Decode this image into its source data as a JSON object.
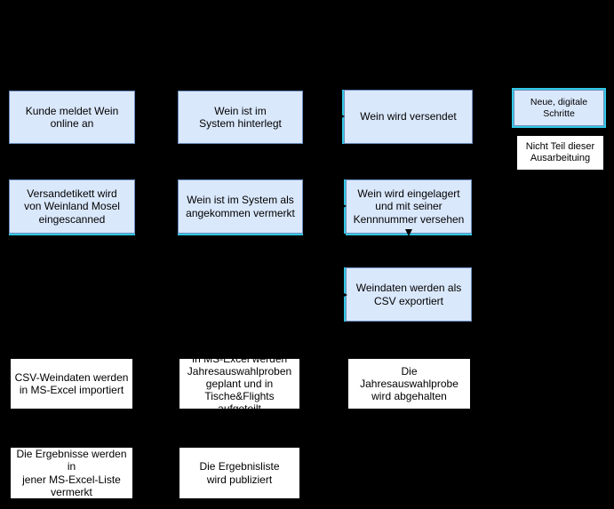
{
  "colors": {
    "background": "#000000",
    "step_digital_fill": "#dae8fc",
    "step_digital_border": "#6c8ebf",
    "step_manual_fill": "#ffffff",
    "highlight_cyan": "#33c9e6",
    "text": "#000000"
  },
  "flowchart": {
    "steps": {
      "kunde_meldet_wein": {
        "label": "Kunde meldet Wein\nonline an"
      },
      "wein_im_system_hinterlegt": {
        "label": "Wein ist im\nSystem hinterlegt"
      },
      "wein_wird_versendet": {
        "label": "Wein wird versendet"
      },
      "versandetikett_eingescanned": {
        "label": "Versandetikett wird\nvon Weinland Mosel\neingescanned"
      },
      "wein_als_angekommen_vermerkt": {
        "label": "Wein ist im System als\nangekommen vermerkt"
      },
      "wein_wird_eingelagert": {
        "label": "Wein wird eingelagert\nund mit seiner\nKennnummer versehen"
      },
      "weindaten_csv_export": {
        "label": "Weindaten werden als\nCSV exportiert"
      },
      "csv_import_excel": {
        "label": "CSV-Weindaten werden\nin MS-Excel importiert"
      },
      "excel_jahresauswahlproben_planung": {
        "label": "In MS-Excel werden\nJahresauswahlproben\ngeplant und in\nTische&Flights aufgeteilt"
      },
      "jahresauswahlprobe_abgehalten": {
        "label": "Die Jahresauswahlprobe\nwird abgehalten"
      },
      "ergebnisse_vermerkt": {
        "label": "Die Ergebnisse werden in\njener MS-Excel-Liste\nvermerkt"
      },
      "ergebnisliste_publiziert": {
        "label": "Die Ergebnisliste\nwird publiziert"
      }
    },
    "legend": {
      "digital": {
        "label": "Neue, digitale Schritte"
      },
      "manual": {
        "label": "Nicht Teil dieser\nAusarbeituing"
      }
    }
  }
}
